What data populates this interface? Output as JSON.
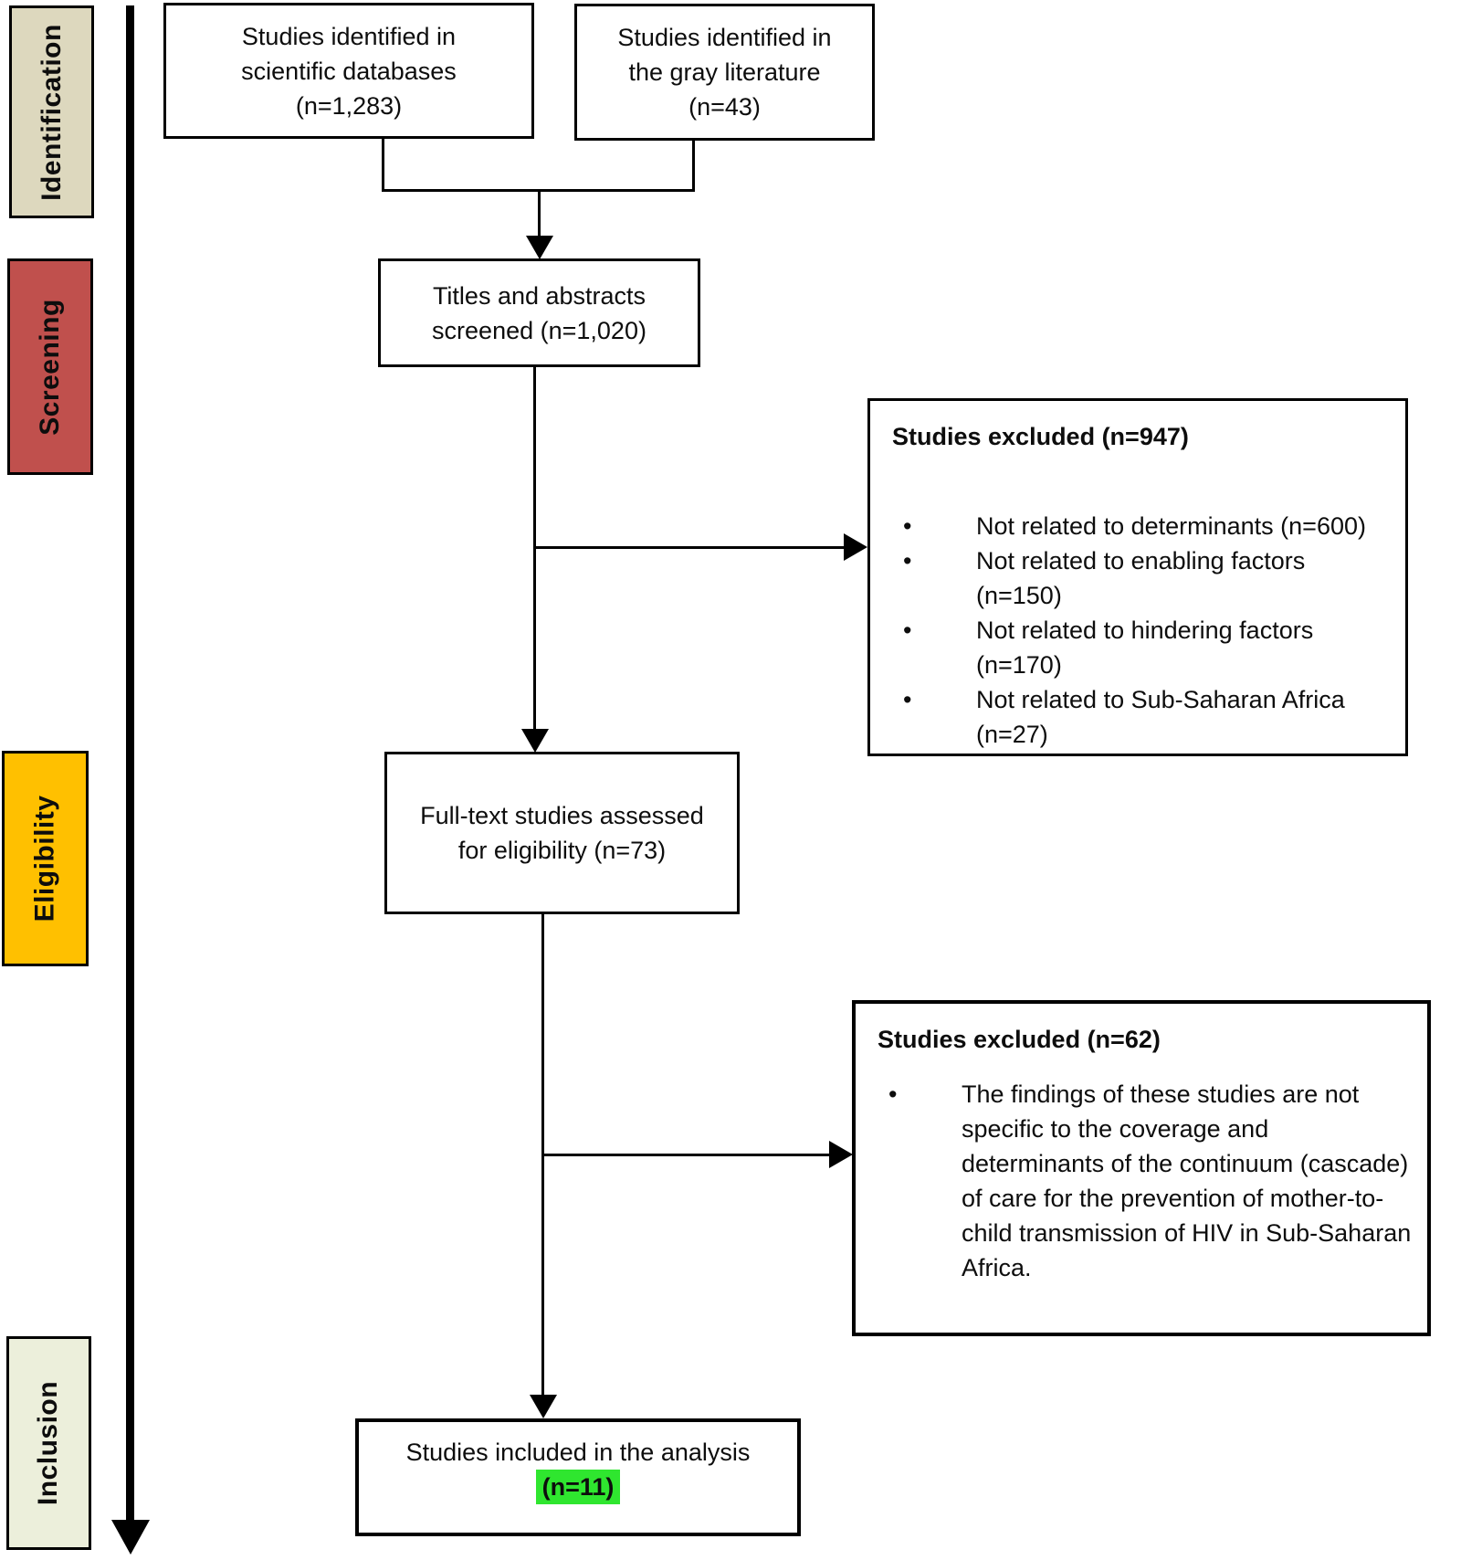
{
  "diagram": {
    "stages": [
      {
        "id": "identification",
        "label": "Identification",
        "color": "#DDD8BE"
      },
      {
        "id": "screening",
        "label": "Screening",
        "color": "#C0504D"
      },
      {
        "id": "eligibility",
        "label": "Eligibility",
        "color": "#FFC000"
      },
      {
        "id": "inclusion",
        "label": "Inclusion",
        "color": "#ECEFDB"
      }
    ],
    "nodes": {
      "identified_databases": {
        "lines": [
          "Studies identified in",
          "scientific databases",
          "(n=1,283)"
        ]
      },
      "identified_gray": {
        "lines": [
          "Studies identified in",
          "the gray literature",
          "(n=43)"
        ]
      },
      "screened": {
        "lines": [
          "Titles and abstracts",
          "screened (n=1,020)"
        ]
      },
      "excluded_screening": {
        "title": "Studies excluded (n=947)",
        "bullets": [
          "Not related to determinants (n=600)",
          "Not related to enabling factors (n=150)",
          "Not related to hindering factors (n=170)",
          "Not related to Sub-Saharan Africa (n=27)"
        ]
      },
      "fulltext": {
        "lines": [
          "Full-text studies assessed",
          "for eligibility (n=73)"
        ]
      },
      "excluded_eligibility": {
        "title": "Studies excluded (n=62)",
        "bullets": [
          "The findings of these studies are not specific to the coverage and determinants of the continuum (cascade) of care for the prevention of mother-to-child transmission of HIV in Sub-Saharan Africa."
        ]
      },
      "included": {
        "line": "Studies included in the analysis",
        "highlight": "(n=11)",
        "highlight_color": "#2FE62F"
      }
    }
  }
}
